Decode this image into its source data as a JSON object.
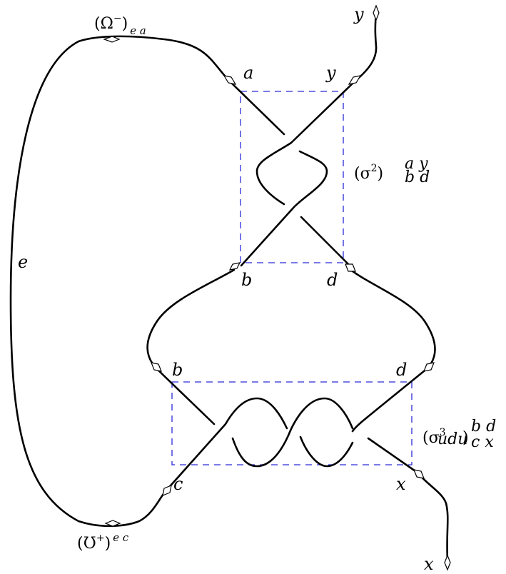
{
  "strand_labels": {
    "y_top": "y",
    "a": "a",
    "y_box1": "y",
    "b_box1": "b",
    "d_box1": "d",
    "b_box2": "b",
    "d_box2": "d",
    "c": "c",
    "x_box2": "x",
    "x_bottom": "x",
    "e": "e"
  },
  "operators": {
    "omega_minus": {
      "base": "(Ω",
      "sup": "−",
      "close": ")",
      "sub": "e a"
    },
    "sigma2": {
      "base": "(σ",
      "sup": "2",
      "close": ")",
      "sup_idx": "a y",
      "sub_idx": "b d"
    },
    "sigma3": {
      "base": "(σ",
      "sup": "3",
      "sub": "udu",
      "close": ")",
      "sup_idx": "b d",
      "sub_idx": "c x"
    },
    "upsilon_plus": {
      "base": "(Ʊ",
      "sup": "+",
      "close": ")",
      "sup_idx": "e c"
    }
  },
  "colors": {
    "strand": "#000000",
    "box": "#2a2ad8"
  }
}
